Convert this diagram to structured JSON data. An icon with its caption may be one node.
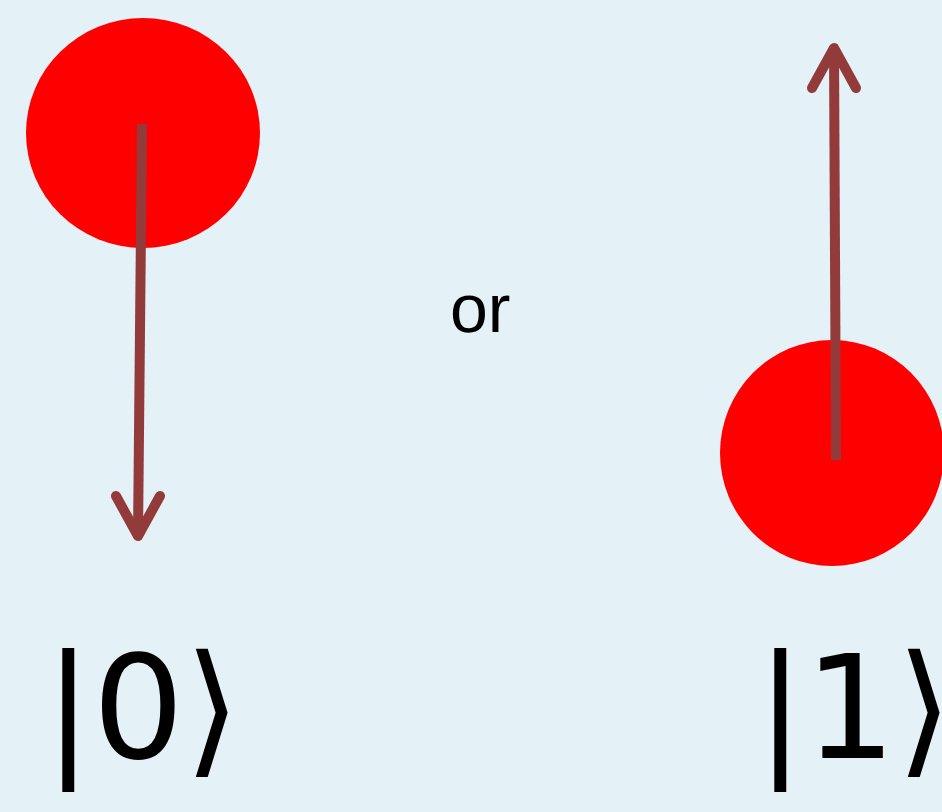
{
  "diagram": {
    "nodes": [
      {
        "text": [],
        "shape": "circle",
        "beside": [
          "|0⟩"
        ]
      },
      {
        "text": [],
        "shape": "circle",
        "beside": [
          "|1⟩"
        ]
      }
    ],
    "labels": [
      "or"
    ]
  }
}
